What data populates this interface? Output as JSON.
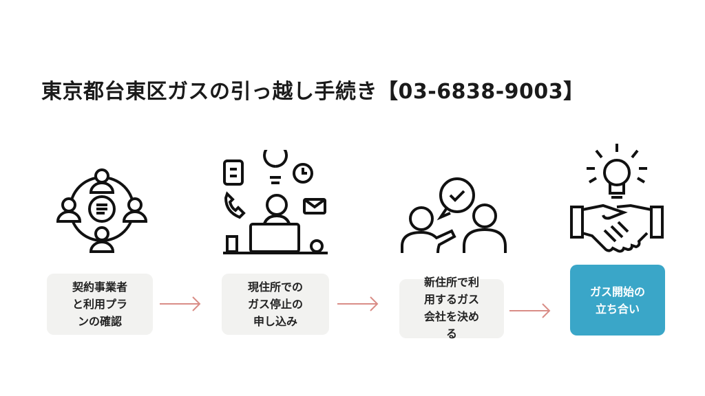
{
  "title": "東京都台東区ガスの引っ越し手続き【03-6838-9003】",
  "steps": [
    {
      "label": "契約事業者\nと利用プラ\nンの確認",
      "icon": "people-discussion-icon"
    },
    {
      "label": "現住所での\nガス停止の\n申し込み",
      "icon": "office-worker-icon"
    },
    {
      "label": "新住所で利\n用するガス\n会社を決め\nる",
      "icon": "consultation-icon"
    },
    {
      "label": "ガス開始の\n立ち合い",
      "icon": "handshake-idea-icon"
    }
  ],
  "colors": {
    "box": "#f2f2f0",
    "highlight": "#3aa6c8",
    "arrow": "#d98c86"
  }
}
